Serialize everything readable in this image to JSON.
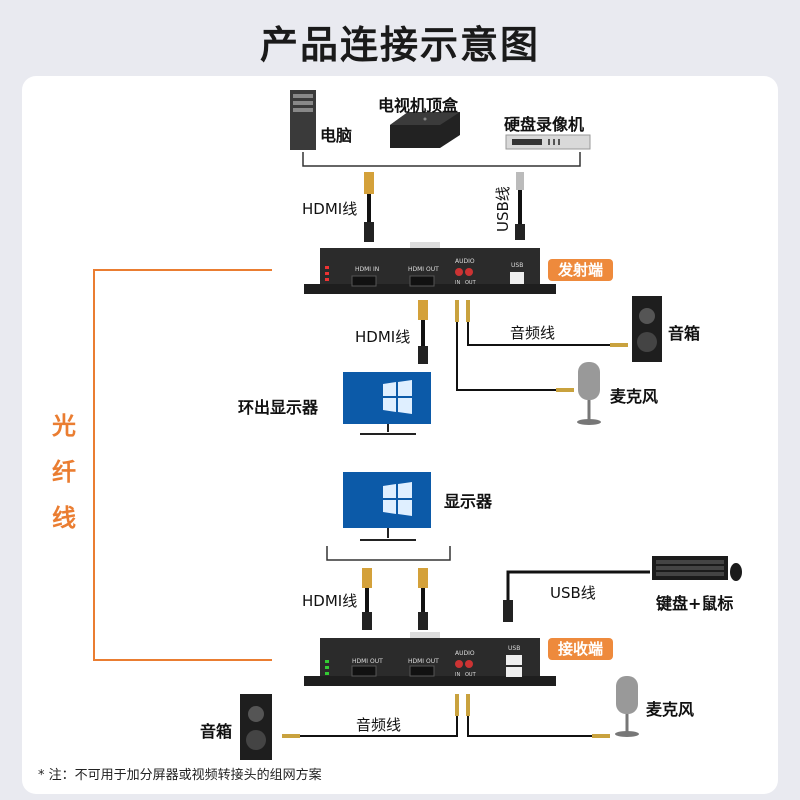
{
  "title": "产品连接示意图",
  "sources": {
    "computer": "电脑",
    "tv_box": "电视机顶盒",
    "nvr": "硬盘录像机"
  },
  "tx": {
    "badge": "发射端",
    "hdmi_cable": "HDMI线",
    "usb_cable": "USB线",
    "audio_cable": "音频线",
    "speaker": "音箱",
    "mic": "麦克风",
    "loop_monitor": "环出显示器",
    "port_hdmi_in": "HDMI IN",
    "port_hdmi_out": "HDMI OUT",
    "port_audio": "AUDIO",
    "port_in": "IN",
    "port_out": "OUT",
    "port_usb": "USB"
  },
  "fiber": {
    "chars": [
      "光",
      "纤",
      "线"
    ]
  },
  "rx": {
    "badge": "接收端",
    "monitor": "显示器",
    "hdmi_cable": "HDMI线",
    "usb_cable": "USB线",
    "keyboard_mouse": "键盘+鼠标",
    "audio_cable": "音频线",
    "speaker": "音箱",
    "mic": "麦克风",
    "port_hdmi_out1": "HDMI OUT",
    "port_hdmi_out2": "HDMI OUT",
    "port_audio": "AUDIO",
    "port_in": "IN",
    "port_out": "OUT",
    "port_usb": "USB"
  },
  "note": "* 注：不可用于加分屏器或视频转接头的组网方案",
  "colors": {
    "accent": "#ee8a3c",
    "fiber": "#ea7d31",
    "device": "#2b2b2b"
  }
}
